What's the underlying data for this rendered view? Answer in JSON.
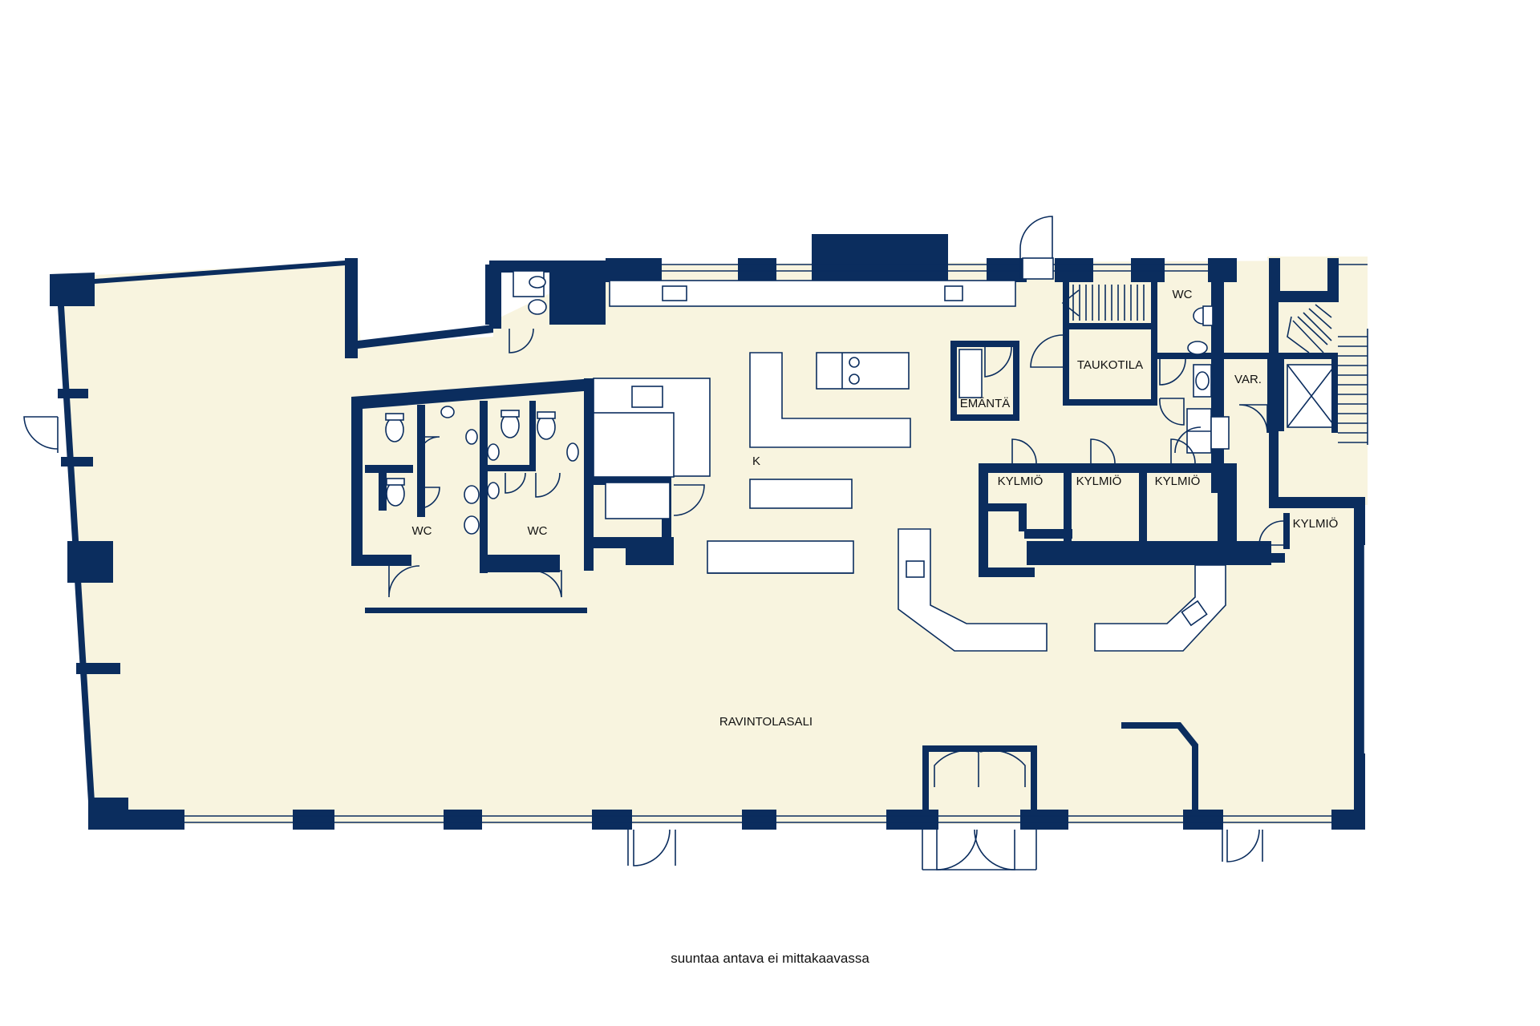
{
  "rooms": {
    "ravintolasali": "RAVINTOLASALI",
    "k": "K",
    "wc_left": "WC",
    "wc_right": "WC",
    "wc_top": "WC",
    "taukotila": "TAUKOTILA",
    "emanta": "EMÄNTÄ",
    "var": "VAR.",
    "kylmio_1": "KYLMIÖ",
    "kylmio_2": "KYLMIÖ",
    "kylmio_3": "KYLMIÖ",
    "kylmio_4": "KYLMIÖ"
  },
  "note": "suuntaa antava ei mittakaavassa",
  "colors": {
    "wall": "#0b2d5e",
    "floor": "#f8f4df"
  }
}
